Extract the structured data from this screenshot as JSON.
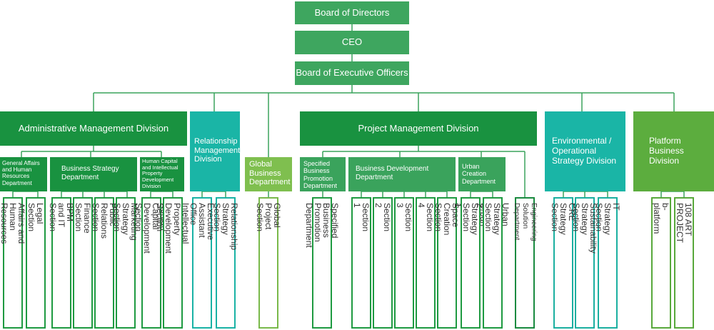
{
  "top": {
    "board": "Board of Directors",
    "ceo": "CEO",
    "executive_officers": "Board of Executive Officers"
  },
  "divisions": {
    "admin": "Administrative Management Division",
    "relationship": "Relationship Management Division",
    "global": "Global Business Department",
    "project": "Project Management Division",
    "environmental": "Environmental / Operational Strategy Division",
    "platform": "Platform Business Division"
  },
  "departments": {
    "general_affairs": "General Affairs and Human Resources Department",
    "business_strategy": "Business Strategy Department",
    "human_capital": "Human Capital and Intellectual Property Development Division",
    "specified_promotion": "Specified Business Promotion Department",
    "business_development": "Business Development Department",
    "urban_creation": "Urban Creation Department"
  },
  "sections": {
    "general_affairs_hr": "General Affairs and\nHuman Resources Section",
    "legal": "Legal Section",
    "bpm_it": "BPM and IT Section",
    "finance": "Finance Section",
    "public_relations": "Public Relations Section",
    "marketing_strategy": "Marketing Strategy Section",
    "human_capital_dev": "Human Capital Development\nSection",
    "ip_dev": "Intellectual Property Development\nSection",
    "executive_assistant": "Executive Assistant Office",
    "relationship_strategy": "Relationship Strategy Section",
    "global_project": "Global Project Section",
    "specified_promotion_dept": "Specified Business Promotion\nDepartment",
    "section1": "Section 1",
    "section2": "Section 2",
    "section3": "Section 3",
    "section4": "Section 4",
    "space_creation": "Space Creation Section",
    "urban_strategy1": "Urban Strategy Section 1",
    "urban_strategy2": "Urban Strategy Section 2",
    "engineering_solution": "Engineering Solution Department",
    "cre_strategy": "CRE Strategy Section",
    "sustainability": "Sustainability Strategy Section",
    "it_strategy": "IT Strategy Section",
    "b_platform": "b-platform",
    "art_project": "108 ART PROJECT"
  },
  "colors": {
    "top": "#3ea65f",
    "division_green": "#199240",
    "dept_green": "#3aa35c",
    "teal": "#1ab5a6",
    "lime": "#7fbf4f",
    "platform": "#5cad3e"
  }
}
